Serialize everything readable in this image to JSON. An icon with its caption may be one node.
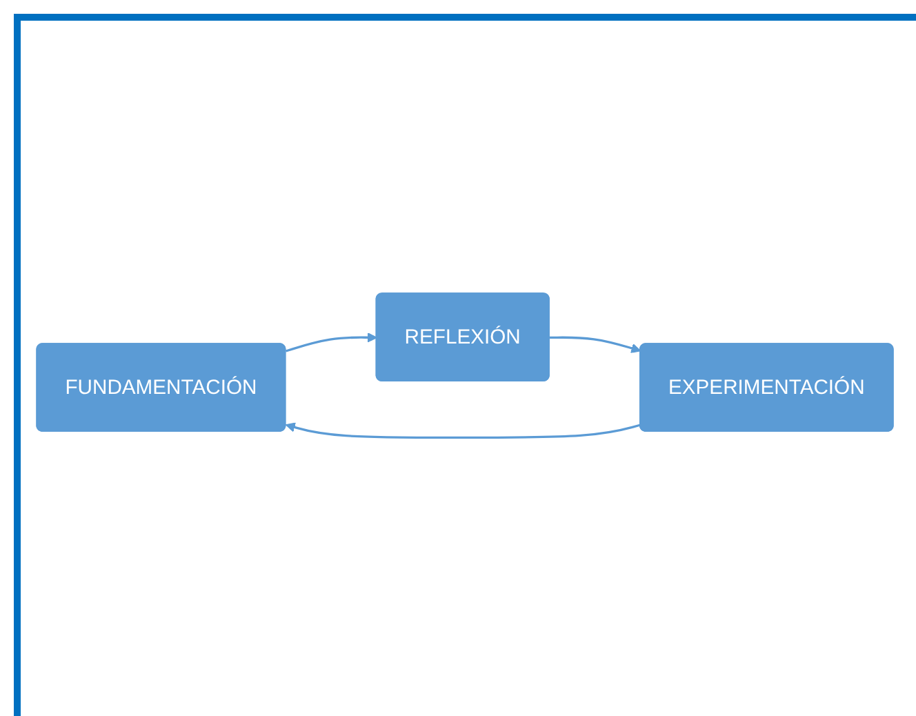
{
  "diagram": {
    "nodes": [
      {
        "text": [
          "FUNDAMENTACIÓN"
        ]
      },
      {
        "text": [
          "REFLEXIÓN"
        ]
      },
      {
        "text": [
          "EXPERIMENTACIÓN"
        ]
      }
    ],
    "edges": [
      {
        "from": 0,
        "to": 1,
        "arrow": "to"
      },
      {
        "from": 1,
        "to": 2,
        "arrow": "to"
      },
      {
        "from": 2,
        "to": 0,
        "arrow": "to"
      }
    ]
  }
}
